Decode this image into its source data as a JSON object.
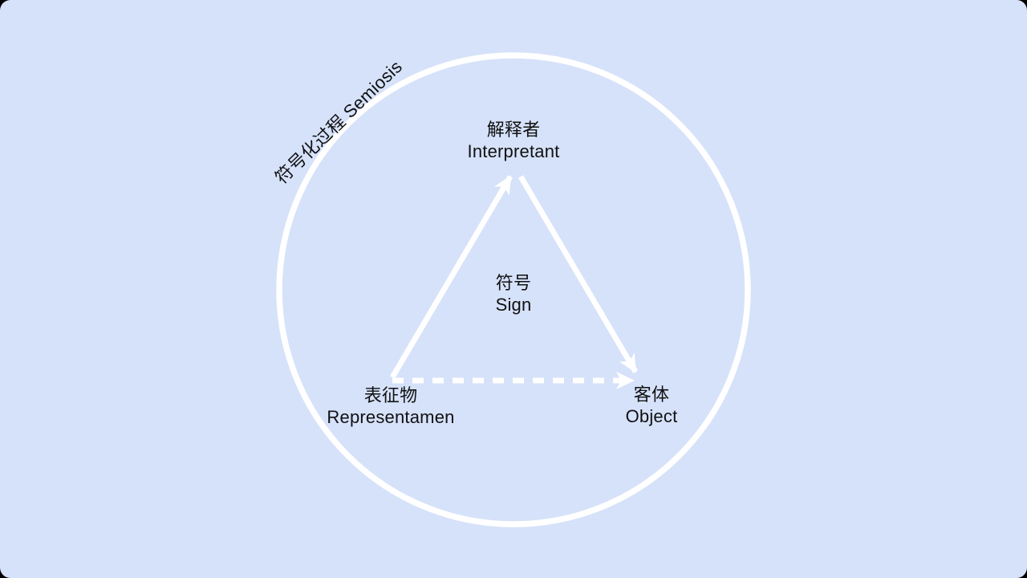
{
  "theme": {
    "bg": "#d6e2f9",
    "outside": "#000000",
    "stroke": "#ffffff",
    "text": "#111113"
  },
  "diagram": {
    "process_label": "符号化过程 Semiosis",
    "nodes": {
      "interpretant": {
        "zh": "解释者",
        "en": "Interpretant"
      },
      "sign": {
        "zh": "符号",
        "en": "Sign"
      },
      "representamen": {
        "zh": "表征物",
        "en": "Representamen"
      },
      "object": {
        "zh": "客体",
        "en": "Object"
      }
    },
    "edges": [
      {
        "from": "representamen",
        "to": "interpretant",
        "style": "solid-arrow"
      },
      {
        "from": "interpretant",
        "to": "object",
        "style": "solid-arrow"
      },
      {
        "from": "representamen",
        "to": "object",
        "style": "dashed-arrow"
      }
    ]
  }
}
